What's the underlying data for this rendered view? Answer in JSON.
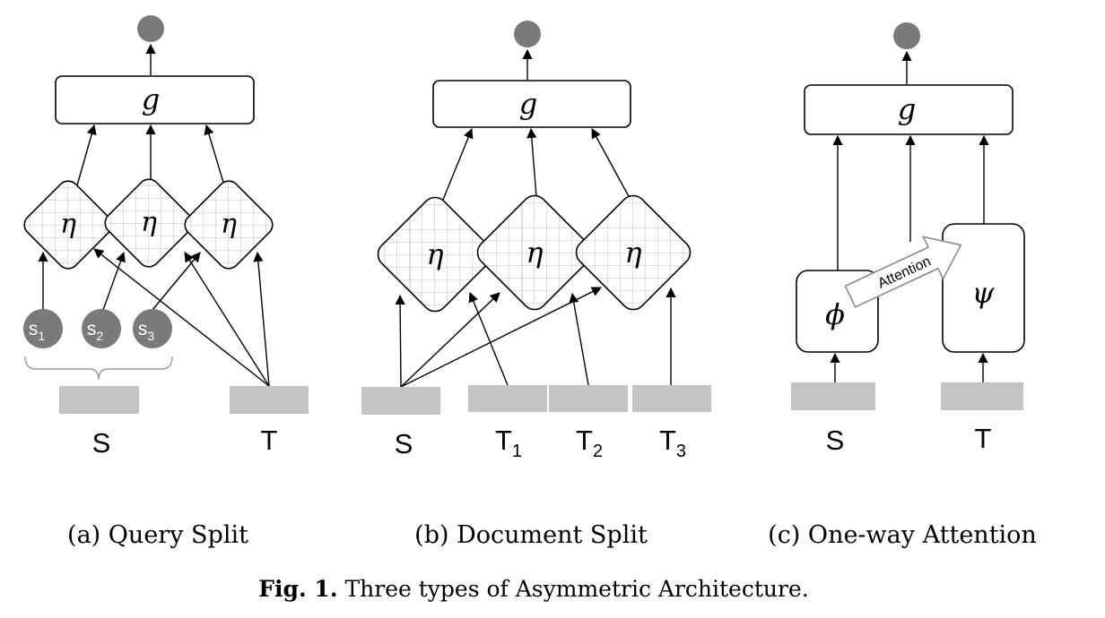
{
  "panel_a": {
    "g_label": "g",
    "eta_label": "η",
    "sub_nodes": [
      {
        "base": "s",
        "sub": "1"
      },
      {
        "base": "s",
        "sub": "2"
      },
      {
        "base": "s",
        "sub": "3"
      }
    ],
    "source_label": "S",
    "target_label": "T",
    "caption": "(a) Query Split"
  },
  "panel_b": {
    "g_label": "g",
    "eta_label": "η",
    "source_label": "S",
    "targets": [
      {
        "base": "T",
        "sub": "1"
      },
      {
        "base": "T",
        "sub": "2"
      },
      {
        "base": "T",
        "sub": "3"
      }
    ],
    "caption": "(b) Document Split"
  },
  "panel_c": {
    "g_label": "g",
    "phi_label": "ϕ",
    "psi_label": "ψ",
    "attention_label": "Attention",
    "source_label": "S",
    "target_label": "T",
    "caption": "(c) One-way Attention"
  },
  "figure_caption": {
    "prefix": "Fig. 1.",
    "text": " Three types of Asymmetric Architecture."
  }
}
